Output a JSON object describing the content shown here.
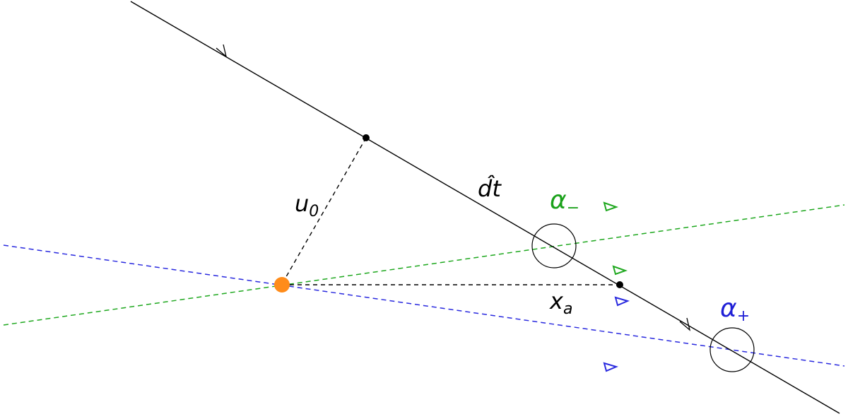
{
  "labels": {
    "u_base": "u",
    "u_sub": "0",
    "dt_hat": "d̂t",
    "alpha_minus_base": "α",
    "alpha_minus_sub": "−",
    "alpha_plus_base": "α",
    "alpha_plus_sub": "+",
    "x_base": "x",
    "x_sub": "a"
  },
  "colors": {
    "trajectory": "#000000",
    "green_line": "#1fa81f",
    "blue_line": "#2a2adf",
    "source_point": "#ff8c1a",
    "alpha_minus_text": "#1aa11a",
    "alpha_plus_text": "#1f1fd6"
  }
}
